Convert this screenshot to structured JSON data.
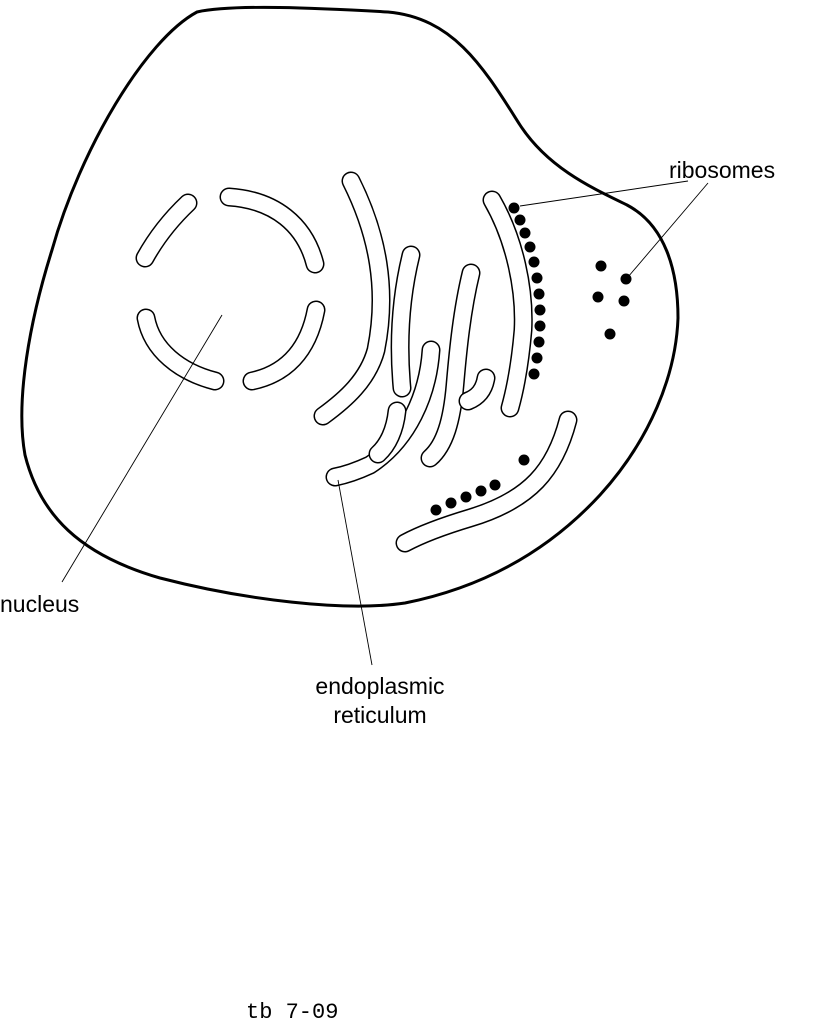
{
  "labels": {
    "ribosomes": "ribosomes",
    "nucleus": "nucleus",
    "er_line1": "endoplasmic",
    "er_line2": "reticulum"
  },
  "caption": "tb 7-09"
}
